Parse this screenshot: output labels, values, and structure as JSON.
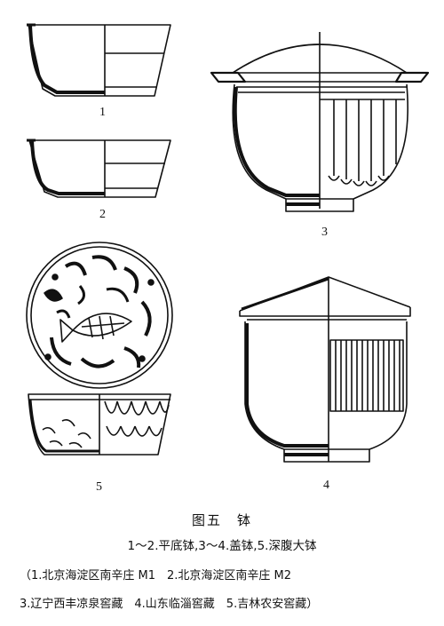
{
  "figure": {
    "items": [
      {
        "number": "1"
      },
      {
        "number": "2"
      },
      {
        "number": "3"
      },
      {
        "number": "4"
      },
      {
        "number": "5"
      }
    ]
  },
  "caption": {
    "title": "图五　钵",
    "subtitle": "1～2.平底钵,3～4.盖钵,5.深腹大钵",
    "line1": "（1.北京海淀区南辛庄 M1　2.北京海淀区南辛庄 M2",
    "line2": "3.辽宁西丰凉泉窖藏　4.山东临淄窖藏　5.吉林农安窖藏）"
  }
}
